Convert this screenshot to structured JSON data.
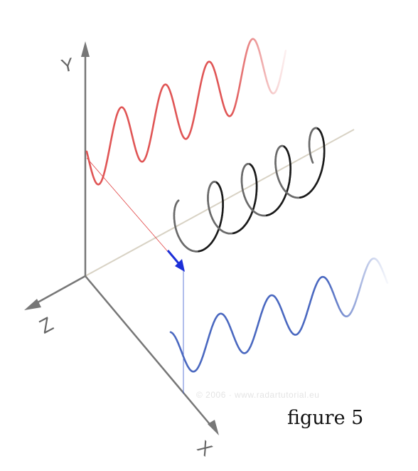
{
  "axes": {
    "y_label": "Y",
    "z_label": "Z",
    "x_label": "X"
  },
  "caption": "figure 5",
  "watermark": "© 2006 · www.radartutorial.eu",
  "colors": {
    "axis": "#777777",
    "red_wave": "#e05555",
    "blue_wave": "#4a68c0",
    "helix": "#222222",
    "arrow": "#1c2fd8",
    "propagation_line": "#d8d2c4",
    "projection_red": "#e04040",
    "projection_blue": "#3b5bd0"
  }
}
